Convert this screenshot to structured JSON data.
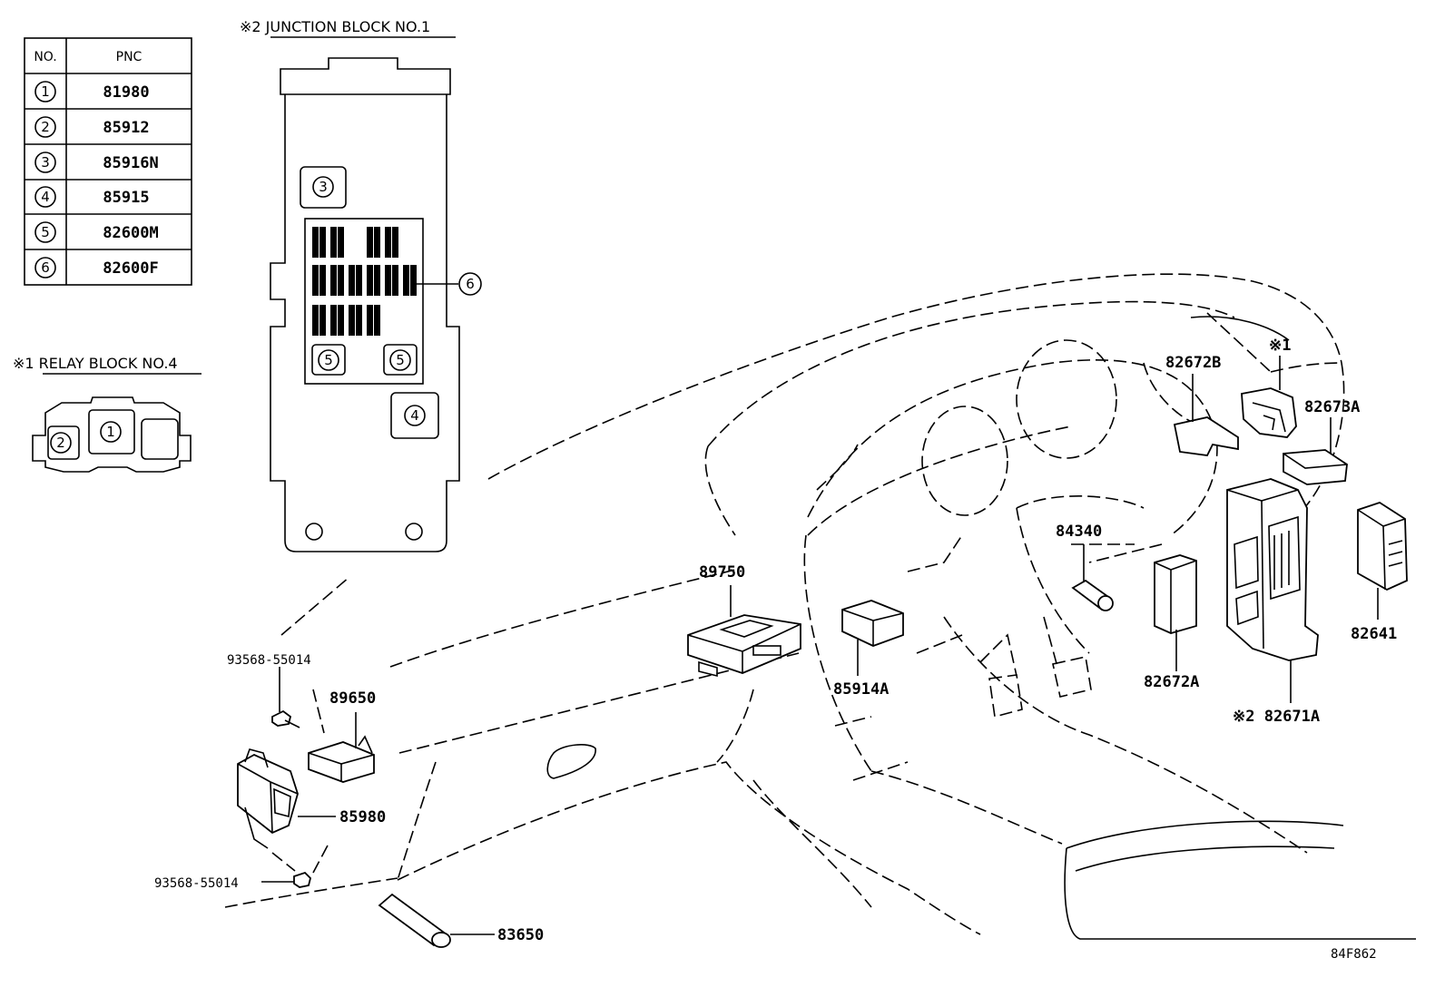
{
  "pnc_table": {
    "header_no": "NO.",
    "header_pnc": "PNC",
    "rows": [
      {
        "no": "1",
        "pnc": "81980"
      },
      {
        "no": "2",
        "pnc": "85912"
      },
      {
        "no": "3",
        "pnc": "85916N"
      },
      {
        "no": "4",
        "pnc": "85915"
      },
      {
        "no": "5",
        "pnc": "82600M"
      },
      {
        "no": "6",
        "pnc": "82600F"
      }
    ]
  },
  "junction_block_title": "※2 JUNCTION BLOCK NO.1",
  "relay_block_title": "※1 RELAY BLOCK NO.4",
  "callouts": {
    "c1": "1",
    "c2": "2",
    "c3": "3",
    "c4": "4",
    "c5": "5",
    "c6": "6"
  },
  "parts": {
    "p89750": "89750",
    "p89650": "89650",
    "p85980": "85980",
    "p83650": "83650",
    "p85914A": "85914A",
    "p84340": "84340",
    "p82672A": "82672A",
    "p82672B": "82672B",
    "p82673A": "82673A",
    "p82641": "82641",
    "p82671A": "※2 82671A",
    "note1": "※1",
    "screw_top": "93568-55014",
    "screw_bottom": "93568-55014"
  },
  "figure_code": "84F862"
}
